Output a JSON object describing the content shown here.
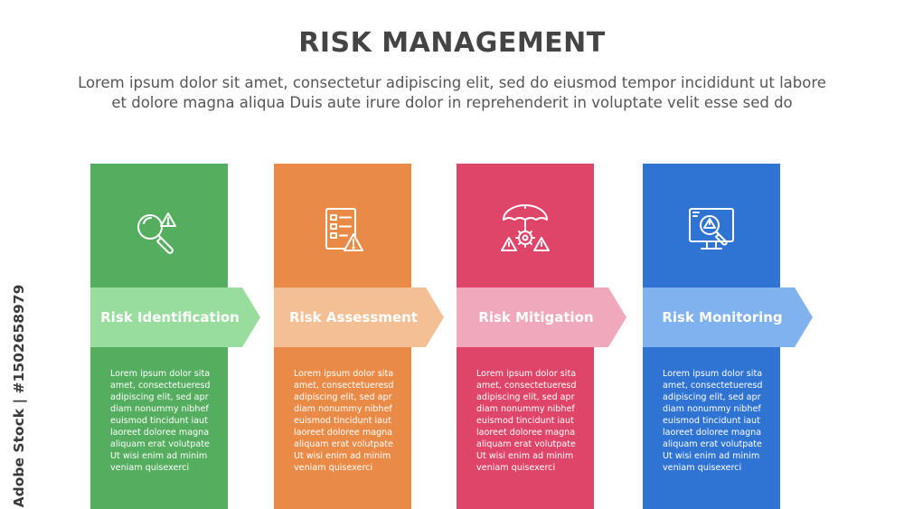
{
  "header": {
    "title": "RISK MANAGEMENT",
    "subtitle_line1": "Lorem ipsum dolor sit amet, consectetur adipiscing elit, sed do eiusmod tempor incididunt ut labore",
    "subtitle_line2": "et dolore magna aliqua Duis aute irure dolor in reprehenderit in voluptate velit esse sed do"
  },
  "steps": [
    {
      "label": "Risk Identification",
      "icon": "magnifier-warning-icon",
      "color": "#55ad5f",
      "arrow_color": "#98dd9e",
      "body_lines": [
        "Lorem ipsum dolor sita",
        "amet, consectetueresd",
        "adipiscing elit, sed  apr",
        "diam nonummy nibhef",
        "euismod tincidunt iaut",
        "laoreet doloree magna",
        "aliquam erat volutpate",
        "Ut wisi enim ad minim",
        "veniam quisexerci"
      ]
    },
    {
      "label": "Risk Assessment",
      "icon": "checklist-warning-icon",
      "color": "#e98b47",
      "arrow_color": "#f4bf94",
      "body_lines": [
        "Lorem ipsum dolor sita",
        "amet, consectetueresd",
        "adipiscing elit, sed  apr",
        "diam nonummy nibhef",
        "euismod tincidunt iaut",
        "laoreet doloree magna",
        "aliquam erat volutpate",
        "Ut wisi enim ad minim",
        "veniam quisexerci"
      ]
    },
    {
      "label": "Risk Mitigation",
      "icon": "umbrella-gear-warning-icon",
      "color": "#df4469",
      "arrow_color": "#f0a9bc",
      "body_lines": [
        "Lorem ipsum dolor sita",
        "amet, consectetueresd",
        "adipiscing elit, sed  apr",
        "diam nonummy nibhef",
        "euismod tincidunt iaut",
        "laoreet doloree magna",
        "aliquam erat volutpate",
        "Ut wisi enim ad minim",
        "veniam quisexerci"
      ]
    },
    {
      "label": "Risk Monitoring",
      "icon": "monitor-search-warning-icon",
      "color": "#2f73d3",
      "arrow_color": "#7fb2ee",
      "body_lines": [
        "Lorem ipsum dolor sita",
        "amet, consectetueresd",
        "adipiscing elit, sed  apr",
        "diam nonummy nibhef",
        "euismod tincidunt iaut",
        "laoreet doloree magna",
        "aliquam erat volutpate",
        "Ut wisi enim ad minim",
        "veniam quisexerci"
      ]
    }
  ],
  "watermark": {
    "text": "Adobe Stock | #1502658979"
  }
}
